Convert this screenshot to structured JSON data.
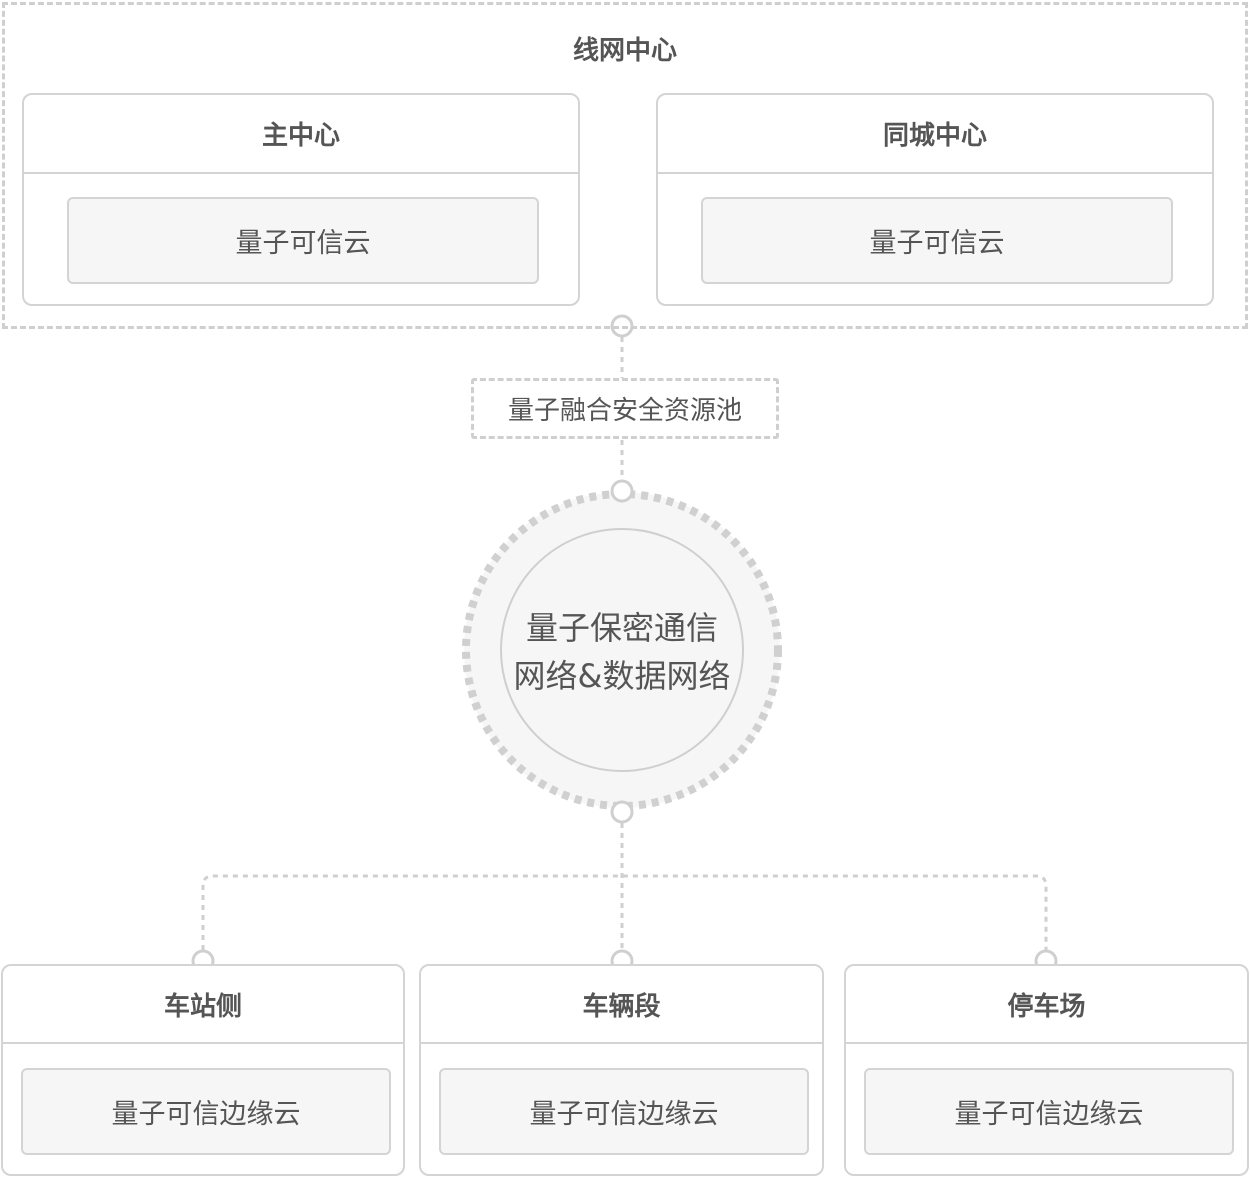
{
  "top_group": {
    "title": "线网中心",
    "cards": [
      {
        "title": "主中心",
        "inner": "量子可信云"
      },
      {
        "title": "同城中心",
        "inner": "量子可信云"
      }
    ]
  },
  "pool": {
    "label": "量子融合安全资源池"
  },
  "core": {
    "line1": "量子保密通信",
    "line2": "网络&数据网络"
  },
  "bottom_cards": [
    {
      "title": "车站侧",
      "inner": "量子可信边缘云"
    },
    {
      "title": "车辆段",
      "inner": "量子可信边缘云"
    },
    {
      "title": "停车场",
      "inner": "量子可信边缘云"
    }
  ]
}
